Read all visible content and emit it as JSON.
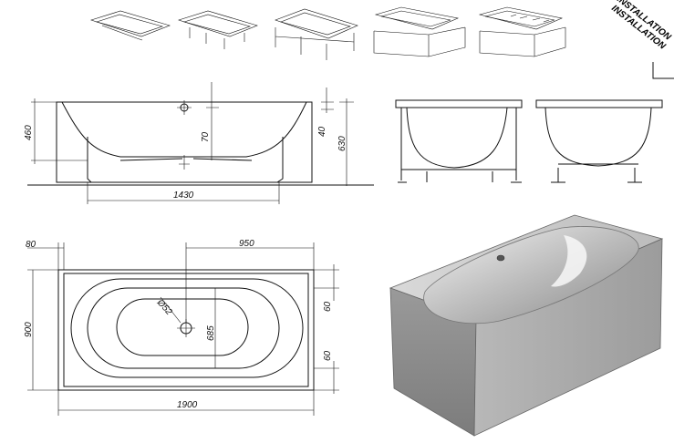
{
  "corner_labels": [
    "INSTALLATION",
    "INSTALLATION"
  ],
  "dimensions": {
    "side_depth": "460",
    "overflow_offset": "70",
    "rim_height": "40",
    "total_height": "630",
    "inner_length": "1430",
    "rim_offset": "80",
    "drain_offset": "950",
    "outer_width": "900",
    "drain_diameter": "Ø52",
    "inner_width": "685",
    "rim_top": "60",
    "rim_bottom": "60",
    "outer_length": "1900"
  },
  "colors": {
    "line": "#111111",
    "panel_light": "#d6d6d6",
    "panel_dark": "#9a9a9a",
    "basin": "#c4c4c4"
  }
}
